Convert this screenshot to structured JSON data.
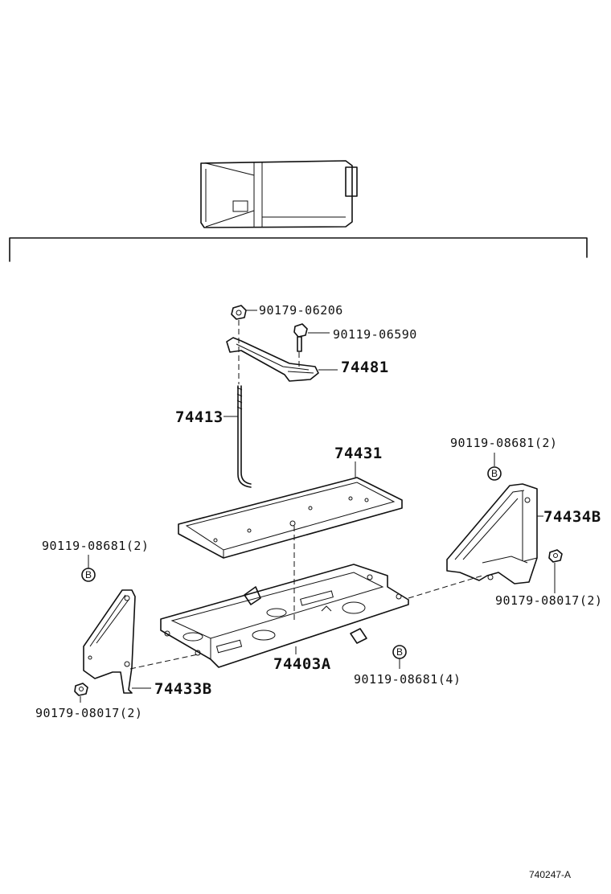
{
  "labels": {
    "p90179_06206": "90179-06206",
    "p90119_06590": "90119-06590",
    "p74481": "74481",
    "p74413": "74413",
    "p74431": "74431",
    "p90119_08681_r": "90119-08681(2)",
    "p74434B": "74434B",
    "p90119_08681_l": "90119-08681(2)",
    "p90179_08017_r": "90179-08017(2)",
    "p74403A": "74403A",
    "p90119_08681_c": "90119-08681(4)",
    "p74433B": "74433B",
    "p90179_08017_l": "90179-08017(2)",
    "drawing_code": "740247-A"
  },
  "symbols": {
    "bolt_marker": "B"
  }
}
